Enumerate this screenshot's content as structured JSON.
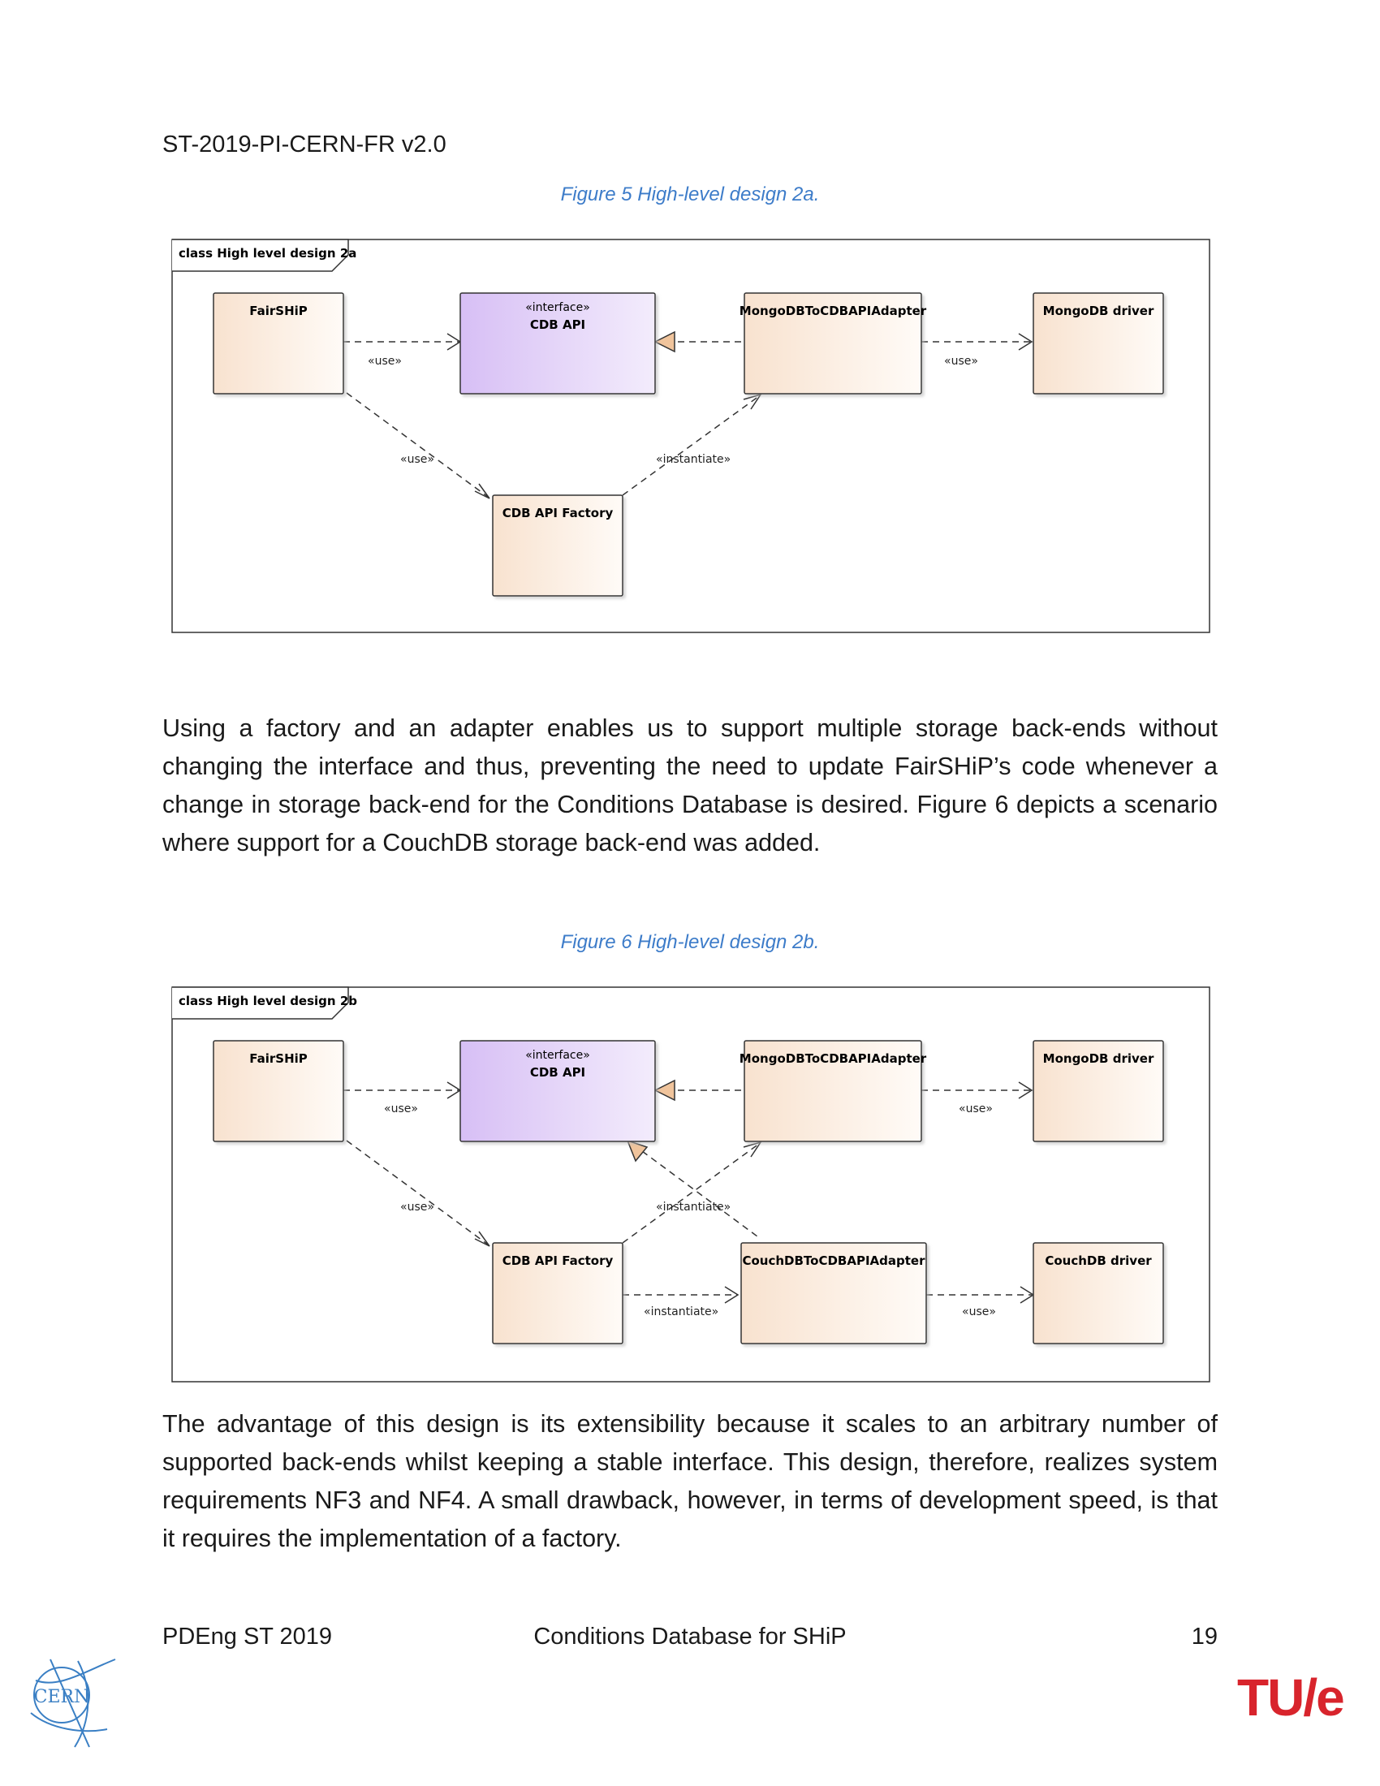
{
  "header": {
    "doc_id": "ST-2019-PI-CERN-FR v2.0"
  },
  "figure5": {
    "caption": "Figure 5 High-level design 2a.",
    "frame_label": "class High level design 2a",
    "nodes": {
      "fairship": "FairSHiP",
      "cdb_api_stereotype": "«interface»",
      "cdb_api": "CDB API",
      "mongo_adapter": "MongoDBToCDBAPIAdapter",
      "mongo_driver": "MongoDB driver",
      "factory": "CDB API Factory"
    },
    "edges": {
      "fairship_cdb": "«use»",
      "adapter_driver": "«use»",
      "fairship_factory": "«use»",
      "factory_adapter": "«instantiate»"
    }
  },
  "body": {
    "paragraph1": "Using a factory and an adapter enables us to support multiple storage back-ends without changing the interface and thus, preventing the need to update FairSHiP’s code whenever a change in storage back-end for the Conditions Database is desired. Figure 6 depicts a scenario where support for a CouchDB storage back-end was added.",
    "paragraph2": "The advantage of this design is its extensibility because it scales to an arbitrary number of supported back-ends whilst keeping a stable interface. This design, therefore, realizes system requirements NF3 and NF4. A small drawback, however, in terms of development speed, is that it requires the implementation of a factory."
  },
  "figure6": {
    "caption": "Figure 6 High-level design 2b.",
    "frame_label": "class High level design 2b",
    "nodes": {
      "fairship": "FairSHiP",
      "cdb_api_stereotype": "«interface»",
      "cdb_api": "CDB API",
      "mongo_adapter": "MongoDBToCDBAPIAdapter",
      "mongo_driver": "MongoDB driver",
      "factory": "CDB API Factory",
      "couch_adapter": "CouchDBToCDBAPIAdapter",
      "couch_driver": "CouchDB driver"
    },
    "edges": {
      "fairship_cdb": "«use»",
      "mongo_adapter_driver": "«use»",
      "fairship_factory": "«use»",
      "factory_mongo_adapter": "«instantiate»",
      "factory_couch_adapter": "«instantiate»",
      "couch_adapter_driver": "«use»"
    }
  },
  "footer": {
    "left": "PDEng ST 2019",
    "center": "Conditions Database for SHiP",
    "page_number": "19"
  },
  "logos": {
    "cern_text": "CERN",
    "tue_text": "TU/e",
    "tue_color": "#d8242c",
    "cern_color": "#3a7fc4"
  }
}
